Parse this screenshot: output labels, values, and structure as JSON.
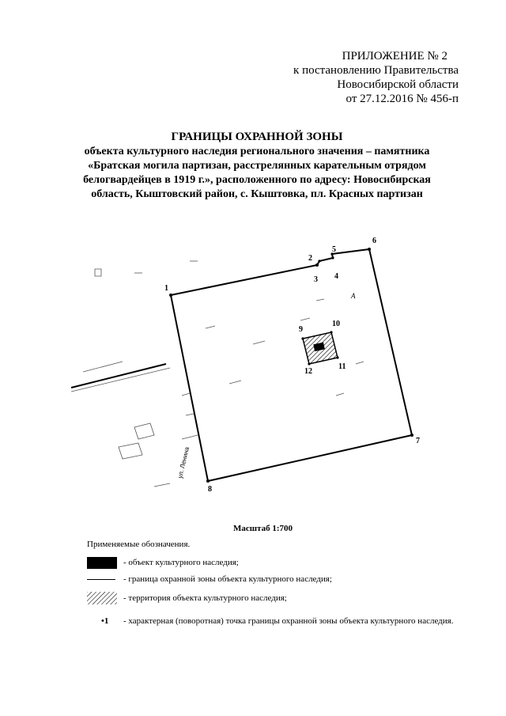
{
  "appendix": {
    "line1": "ПРИЛОЖЕНИЕ № 2",
    "line2": "к постановлению Правительства",
    "line3": "Новосибирской области",
    "line4": "от 27.12.2016  № 456-п"
  },
  "title": {
    "main": "ГРАНИЦЫ ОХРАННОЙ ЗОНЫ",
    "line1": "объекта культурного наследия регионального значения – памятника",
    "line2": "«Братская могила партизан, расстрелянных карательным отрядом",
    "line3": "белогвардейцев в 1919 г.», расположенного по адресу: Новосибирская",
    "line4": "область, Кыштовский район, с. Кыштовка, пл. Красных партизан"
  },
  "plan": {
    "points": [
      "1",
      "2",
      "3",
      "4",
      "5",
      "6",
      "7",
      "8",
      "9",
      "10",
      "11",
      "12"
    ],
    "street_label": "ул. Ленина",
    "zone_letter": "А"
  },
  "scale": "Масштаб 1:700",
  "legend": {
    "heading": "Применяемые обозначения.",
    "object": "- объект культурного наследия;",
    "boundary": "- граница охранной зоны объекта культурного наследия;",
    "territory": "- территория объекта культурного наследия;",
    "point_symbol": "•1",
    "point": "- характерная (поворотная) точка границы охранной зоны объекта культурного наследия."
  }
}
